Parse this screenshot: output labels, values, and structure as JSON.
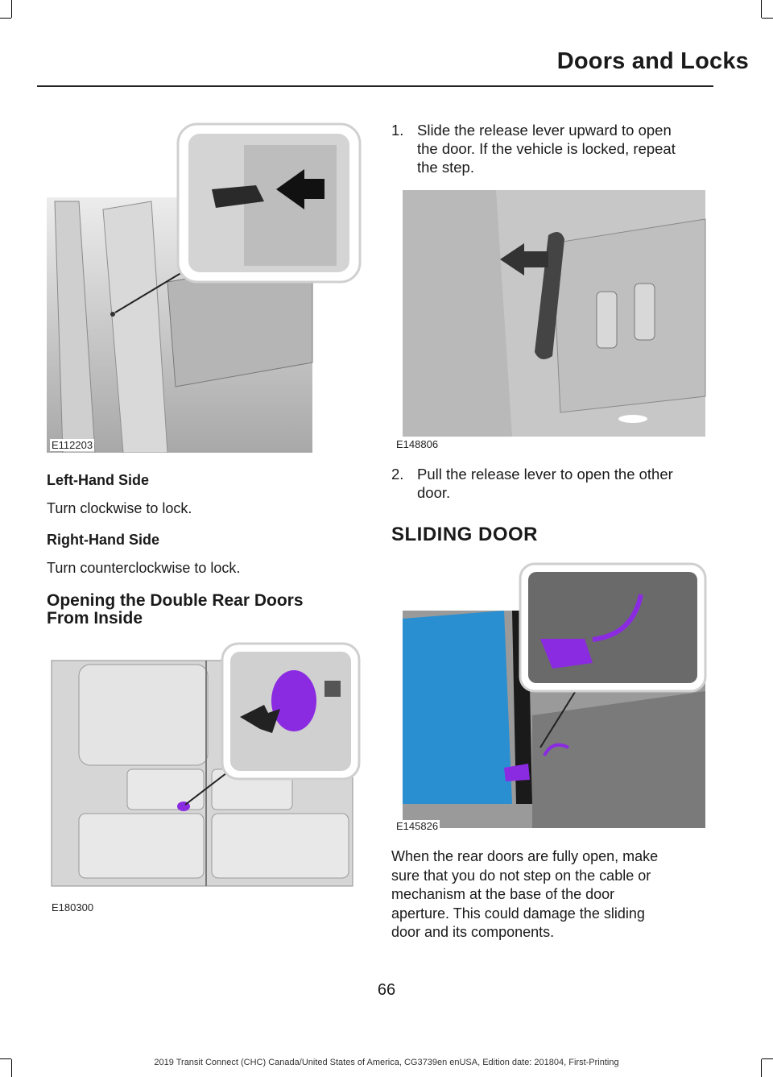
{
  "header": {
    "title": "Doors and Locks"
  },
  "figures": {
    "fig1": {
      "code": "E112203",
      "icon": "key-lock-cylinder-illustration"
    },
    "fig2": {
      "code": "E180300",
      "icon": "rear-door-interior-illustration"
    },
    "fig3": {
      "code": "E148806",
      "icon": "release-lever-illustration"
    },
    "fig4": {
      "code": "E145826",
      "icon": "sliding-door-cable-illustration",
      "accent_color": "#8a2be2",
      "door_color": "#2a8fd0"
    }
  },
  "left": {
    "lhs_heading": "Left-Hand Side",
    "lhs_text": "Turn clockwise to lock.",
    "rhs_heading": "Right-Hand Side",
    "rhs_text": "Turn counterclockwise to lock.",
    "section_heading_line1": "Opening the Double Rear Doors",
    "section_heading_line2": "From Inside"
  },
  "right": {
    "step1_num": "1.",
    "step1_line1": "Slide the release lever upward to open",
    "step1_line2": "the door. If the vehicle is locked, repeat",
    "step1_line3": "the step.",
    "step2_num": "2.",
    "step2_line1": "Pull the release lever to open the other",
    "step2_line2": "door.",
    "sliding_heading": "SLIDING DOOR",
    "para_line1": "When the rear doors are fully open, make",
    "para_line2": "sure that you do not step on the cable or",
    "para_line3": "mechanism at the base of the door",
    "para_line4": "aperture. This could damage the sliding",
    "para_line5": "door and its components."
  },
  "page_number": "66",
  "footer": "2019 Transit Connect (CHC) Canada/United States of America, CG3739en enUSA, Edition date: 201804, First-Printing"
}
